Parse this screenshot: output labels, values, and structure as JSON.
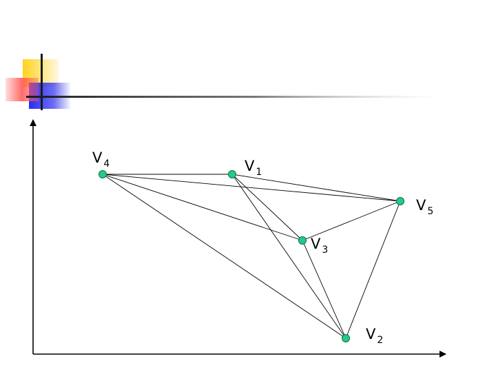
{
  "colors": {
    "background": "#ffffff",
    "accent_yellow": "#ffd21e",
    "accent_red": "#ff5a5a",
    "accent_blue": "#2d2df0",
    "rule_line": "#1a1a1a",
    "vertex_fill": "#22cc88",
    "vertex_stroke": "#0f6b44",
    "edge": "#000000"
  },
  "diagram": {
    "vertices": [
      {
        "id": "v1",
        "letter": "V",
        "index": "1"
      },
      {
        "id": "v2",
        "letter": "V",
        "index": "2"
      },
      {
        "id": "v3",
        "letter": "V",
        "index": "3"
      },
      {
        "id": "v4",
        "letter": "V",
        "index": "4"
      },
      {
        "id": "v5",
        "letter": "V",
        "index": "5"
      }
    ],
    "edges": [
      [
        "v4",
        "v1"
      ],
      [
        "v4",
        "v5"
      ],
      [
        "v4",
        "v3"
      ],
      [
        "v4",
        "v2"
      ],
      [
        "v1",
        "v5"
      ],
      [
        "v1",
        "v3"
      ],
      [
        "v1",
        "v2"
      ],
      [
        "v3",
        "v5"
      ],
      [
        "v3",
        "v2"
      ],
      [
        "v5",
        "v2"
      ]
    ]
  }
}
